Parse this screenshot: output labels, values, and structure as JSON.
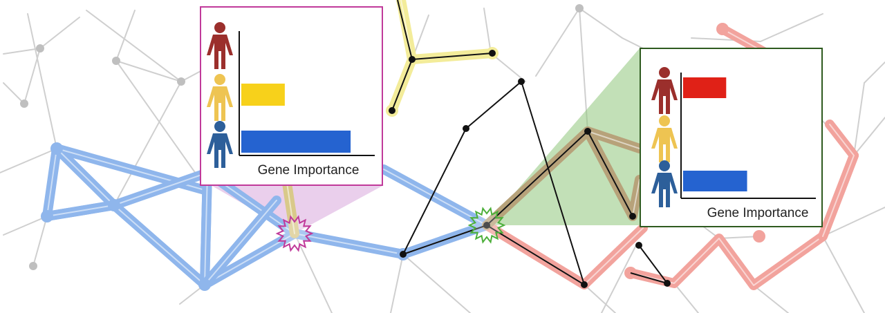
{
  "panels": [
    {
      "label": "Gene Importance",
      "frame_color": "#c0399a",
      "bars": [
        {
          "person": "dark-red-person",
          "person_color": "#9b2f2c",
          "value": 0.0,
          "bar_color": "#ffffff"
        },
        {
          "person": "yellow-person",
          "person_color": "#eec452",
          "value": 0.37,
          "bar_color": "#f7d11b"
        },
        {
          "person": "blue-person",
          "person_color": "#2d5f9a",
          "value": 0.93,
          "bar_color": "#2563d0"
        }
      ]
    },
    {
      "label": "Gene Importance",
      "frame_color": "#2e5a1f",
      "bars": [
        {
          "person": "dark-red-person",
          "person_color": "#9b2f2c",
          "value": 0.35,
          "bar_color": "#e02117"
        },
        {
          "person": "yellow-person",
          "person_color": "#eec452",
          "value": 0.0,
          "bar_color": "#ffffff"
        },
        {
          "person": "blue-person",
          "person_color": "#2d5f9a",
          "value": 0.52,
          "bar_color": "#2563d0"
        }
      ]
    }
  ],
  "colors": {
    "grey_network": "#cfcfcf",
    "blue_path": "#8fb6ec",
    "red_path": "#f2a39d",
    "yellow_path": "#f3ec9a",
    "olive_path": "#b7a27a",
    "green_cone": "#8fc77b",
    "purple_cone": "#d8a8dc",
    "black_network": "#111111",
    "magenta_burst": "#c0399a",
    "green_burst": "#4caf3a"
  }
}
